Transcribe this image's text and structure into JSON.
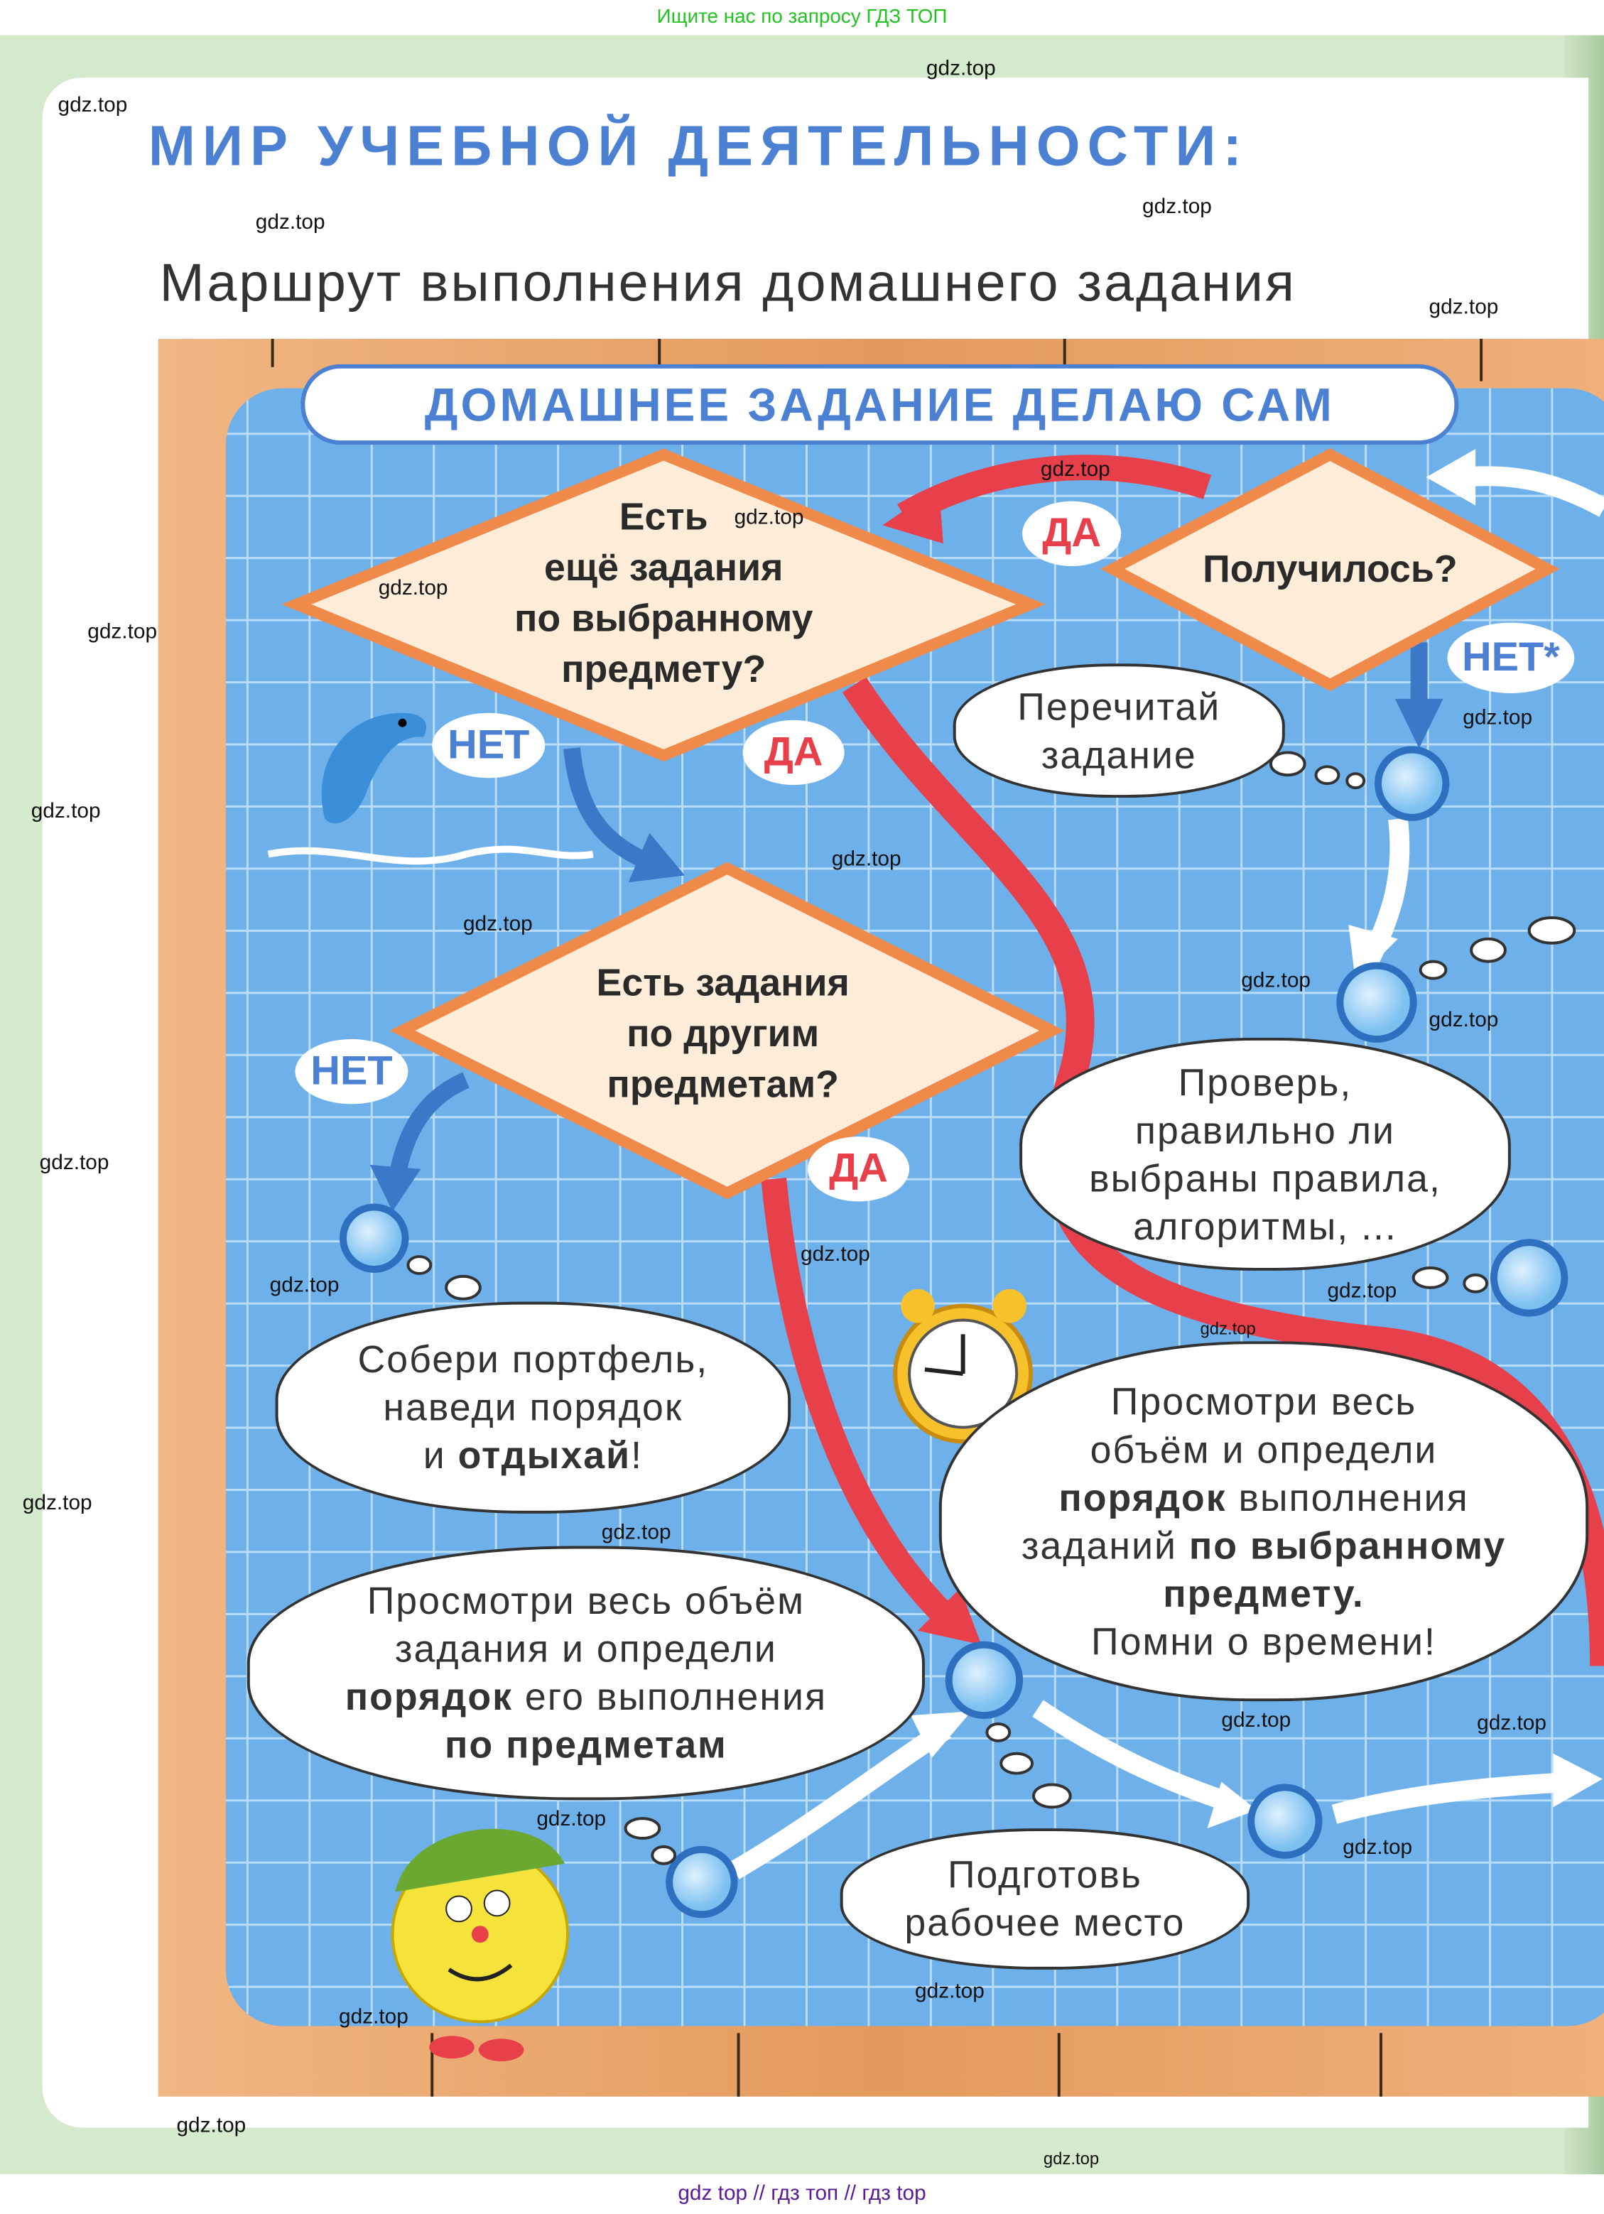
{
  "top_banner": "Ищите нас по запросу ГДЗ ТОП",
  "bottom_banner": "gdz top  //  гдз топ  //  гдз top",
  "watermark": "gdz.top",
  "title": "МИР УЧЕБНОЙ ДЕЯТЕЛЬНОСТИ:",
  "subtitle": "Маршрут выполнения домашнего задания",
  "flowchart": {
    "header": "ДОМАШНЕЕ ЗАДАНИЕ ДЕЛАЮ САМ",
    "decisions": {
      "more_tasks_subject": [
        "Есть",
        "ещё задания",
        "по выбранному",
        "предмету?"
      ],
      "succeeded": "Получилось?",
      "other_subjects": [
        "Есть задания",
        "по другим",
        "предметам?"
      ]
    },
    "labels": {
      "yes": "ДА",
      "no": "НЕТ",
      "no_star": "НЕТ*"
    },
    "clouds": {
      "reread": [
        "Перечитай",
        "задание"
      ],
      "check": [
        "Проверь,",
        "правильно ли",
        "выбраны правила,",
        "алгоритмы, ..."
      ],
      "pack": {
        "l1": "Собери портфель,",
        "l2": "наведи порядок",
        "l3a": "и ",
        "l3b": "отдыхай",
        "l3c": "!"
      },
      "review_subject": {
        "l1": "Просмотри весь",
        "l2": "объём и определи",
        "l3a": "порядок",
        "l3b": " выполнения",
        "l4a": "заданий ",
        "l4b": "по выбранному",
        "l5": "предмету.",
        "l6": "Помни о времени!"
      },
      "review_all": {
        "l1": "Просмотри весь объём",
        "l2": "задания и определи",
        "l3a": "порядок",
        "l3b": " его выполнения",
        "l4": "по предметам"
      },
      "prepare": [
        "Подготовь",
        "рабочее место"
      ]
    }
  },
  "colors": {
    "title_blue": "#4b80d2",
    "yes_red": "#e8404a",
    "no_blue": "#4b80d2",
    "diamond_border": "#f08a4b",
    "grid_blue": "#6db0ea",
    "wood": "#eba56c",
    "banner_green": "#22c322"
  }
}
